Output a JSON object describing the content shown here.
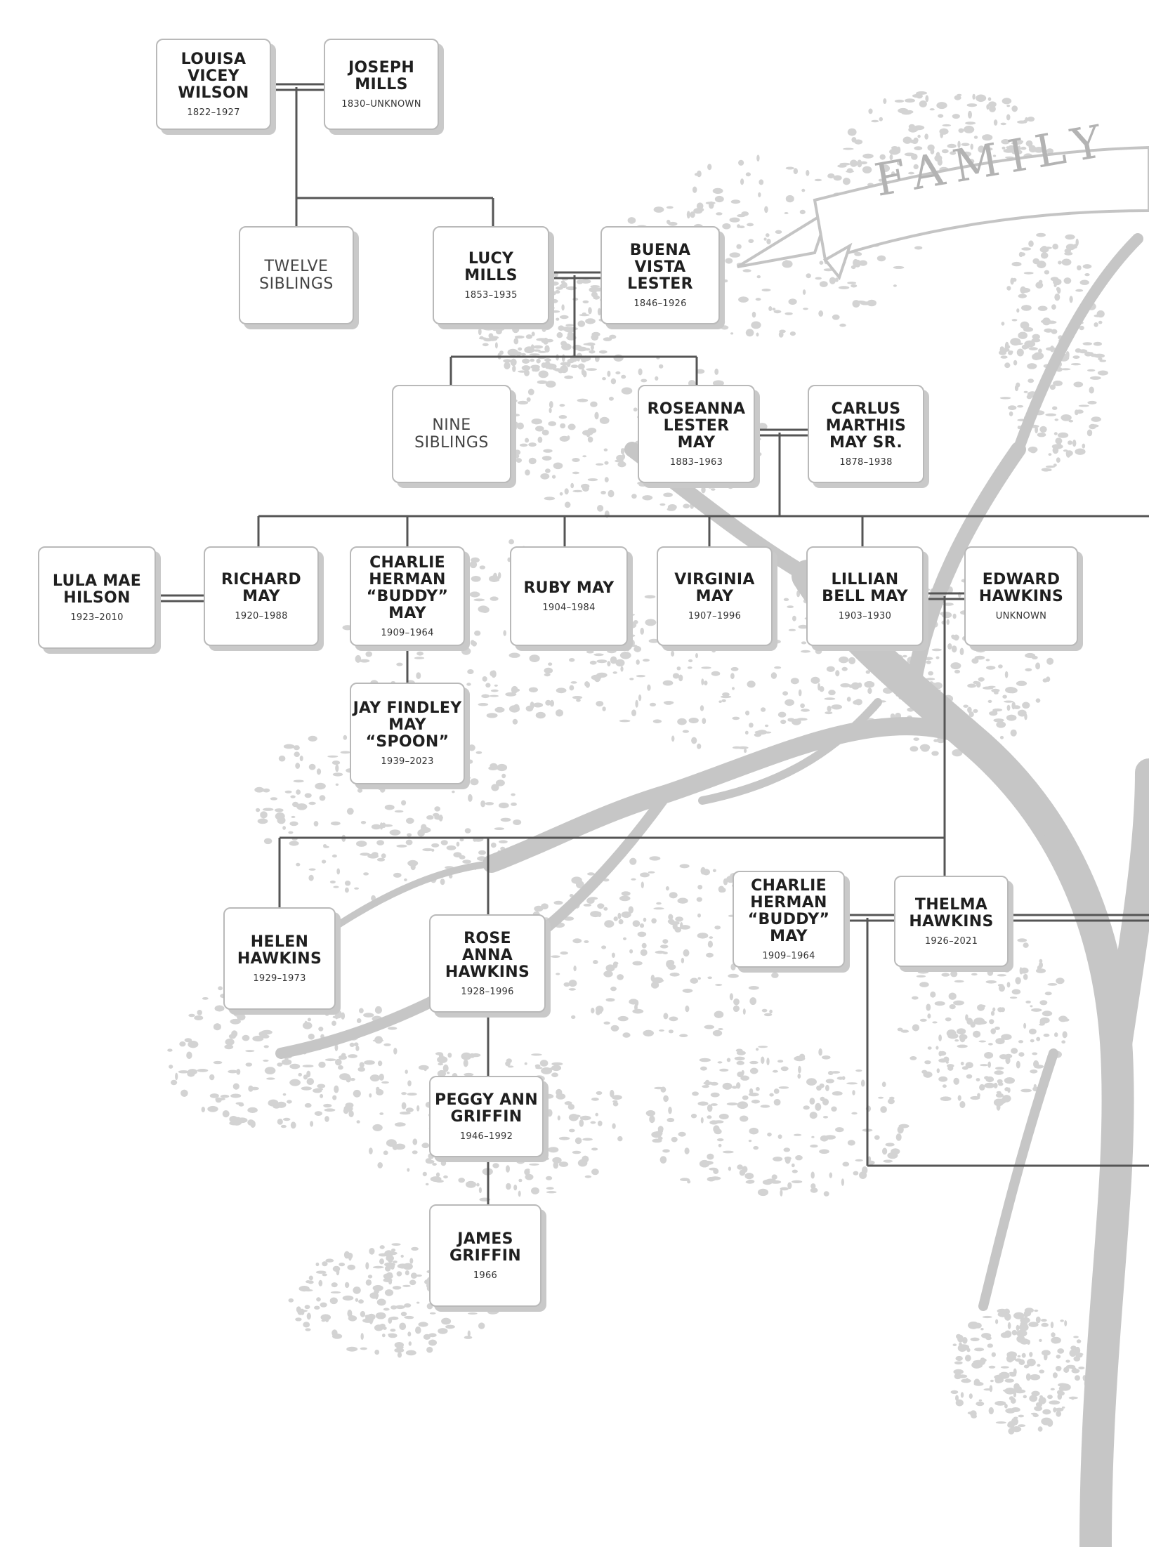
{
  "banner": {
    "text": "FAMILY"
  },
  "people": {
    "louisa": {
      "name": "LOUISA\nVICEY\nWILSON",
      "dates": "1822–1927"
    },
    "joseph": {
      "name": "JOSEPH\nMILLS",
      "dates": "1830–UNKNOWN"
    },
    "twelve": {
      "label": "TWELVE\nSIBLINGS"
    },
    "lucy": {
      "name": "LUCY\nMILLS",
      "dates": "1853–1935"
    },
    "buena": {
      "name": "BUENA\nVISTA\nLESTER",
      "dates": "1846–1926"
    },
    "nine": {
      "label": "NINE\nSIBLINGS"
    },
    "roseanna": {
      "name": "ROSEANNA\nLESTER\nMAY",
      "dates": "1883–1963"
    },
    "carlus": {
      "name": "CARLUS\nMARTHIS\nMAY SR.",
      "dates": "1878–1938"
    },
    "lula": {
      "name": "LULA MAE\nHILSON",
      "dates": "1923–2010"
    },
    "richard": {
      "name": "RICHARD\nMAY",
      "dates": "1920–1988"
    },
    "charlie1": {
      "name": "CHARLIE\nHERMAN\n“BUDDY” MAY",
      "dates": "1909–1964"
    },
    "ruby": {
      "name": "RUBY MAY",
      "dates": "1904–1984"
    },
    "virginia": {
      "name": "VIRGINIA\nMAY",
      "dates": "1907–1996"
    },
    "lillian": {
      "name": "LILLIAN\nBELL MAY",
      "dates": "1903–1930"
    },
    "edward": {
      "name": "EDWARD\nHAWKINS",
      "dates": "UNKNOWN"
    },
    "jay": {
      "name": "JAY FINDLEY\nMAY\n“SPOON”",
      "dates": "1939–2023"
    },
    "helen": {
      "name": "HELEN\nHAWKINS",
      "dates": "1929–1973"
    },
    "roseanna2": {
      "name": "ROSE\nANNA\nHAWKINS",
      "dates": "1928–1996"
    },
    "charlie2": {
      "name": "CHARLIE\nHERMAN\n“BUDDY” MAY",
      "dates": "1909–1964"
    },
    "thelma": {
      "name": "THELMA\nHAWKINS",
      "dates": "1926–2021"
    },
    "peggy": {
      "name": "PEGGY ANN\nGRIFFIN",
      "dates": "1946–1992"
    },
    "james": {
      "name": "JAMES\nGRIFFIN",
      "dates": "1966"
    }
  },
  "colors": {
    "line": "#555555",
    "tree": "#cfcfcf",
    "box_border": "#b9b9b9"
  }
}
